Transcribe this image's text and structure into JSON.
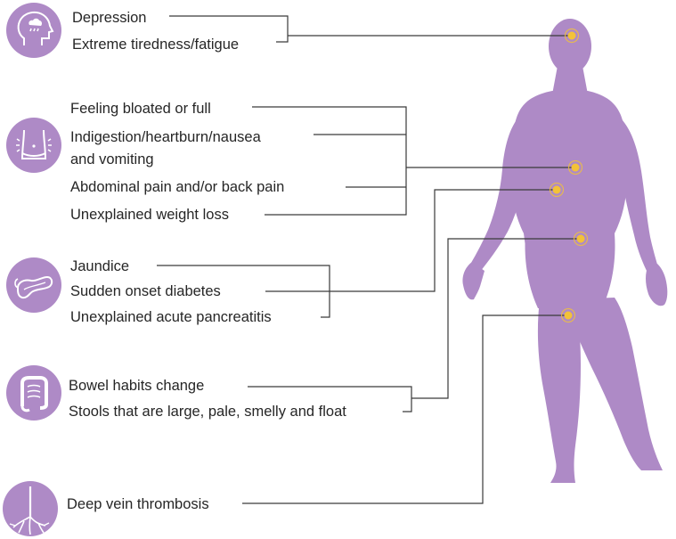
{
  "colors": {
    "accent": "#ae8ac6",
    "body": "#ae8ac6",
    "dot": "#f3c238",
    "line": "#3a3a3a"
  },
  "groups": [
    {
      "icon": "head-cloud-icon",
      "symptoms": [
        "Depression",
        "Extreme tiredness/fatigue"
      ]
    },
    {
      "icon": "abdomen-icon",
      "symptoms": [
        "Feeling bloated or full",
        "Indigestion/heartburn/nausea",
        "and vomiting",
        "Abdominal pain and/or back pain",
        "Unexplained weight loss"
      ]
    },
    {
      "icon": "pancreas-icon",
      "symptoms": [
        "Jaundice",
        "Sudden onset diabetes",
        "Unexplained acute pancreatitis"
      ]
    },
    {
      "icon": "intestine-icon",
      "symptoms": [
        "Bowel habits change",
        "Stools that are large, pale, smelly and float"
      ]
    },
    {
      "icon": "vein-icon",
      "symptoms": [
        "Deep vein thrombosis"
      ]
    }
  ]
}
